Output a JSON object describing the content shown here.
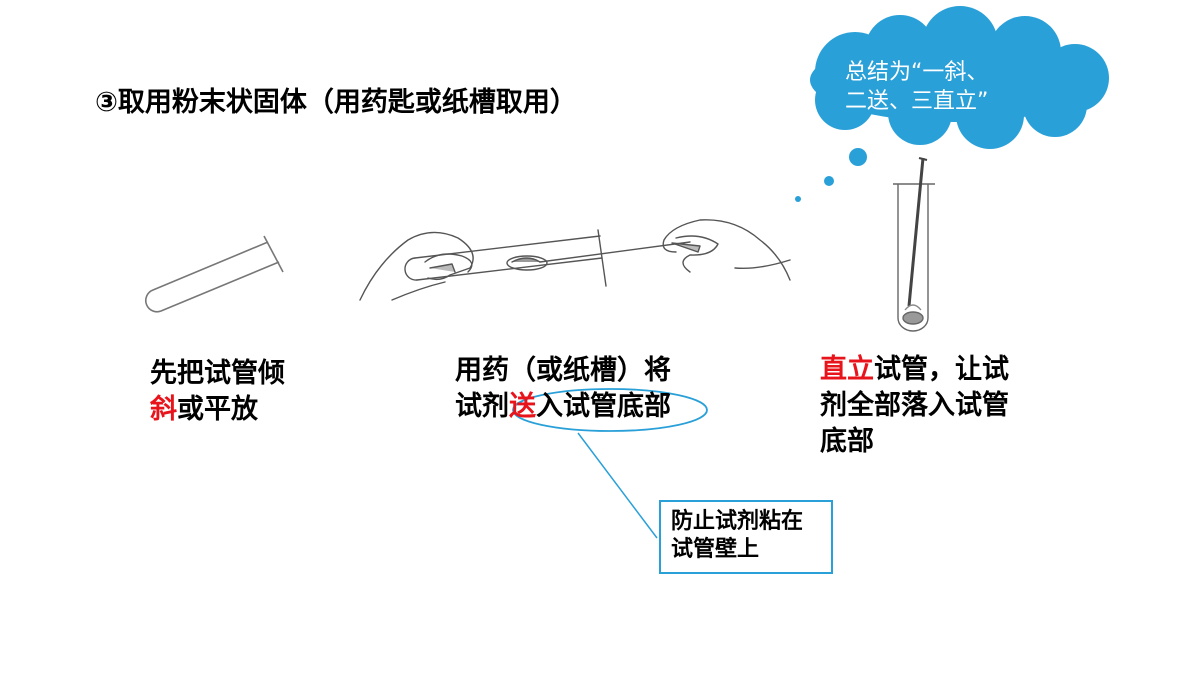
{
  "title": "③取用粉末状固体（用药匙或纸槽取用）",
  "step1": {
    "line1": "先把试管倾",
    "line2_red": "斜",
    "line2_rest": "或平放"
  },
  "step2": {
    "line1": "用药（或纸槽）将",
    "line2_pre": "试剂",
    "line2_red": "送",
    "line2_rest": "入试管底部"
  },
  "step3": {
    "line1_red": "直立",
    "line1_rest": "试管，让试",
    "line2": "剂全部落入试管",
    "line3": "底部"
  },
  "cloud": {
    "line1": "总结为“一斜、",
    "line2": "二送、三直立”"
  },
  "note": {
    "line1": "防止试剂粘在",
    "line2": "试管壁上"
  },
  "colors": {
    "emphasis": "#e8141c",
    "cloud": "#2aa0d8",
    "callout": "#2aa0d8"
  },
  "icons": [
    "tilted-test-tube-icon",
    "hands-spatula-tube-icon",
    "upright-test-tube-icon",
    "thought-cloud-icon"
  ]
}
